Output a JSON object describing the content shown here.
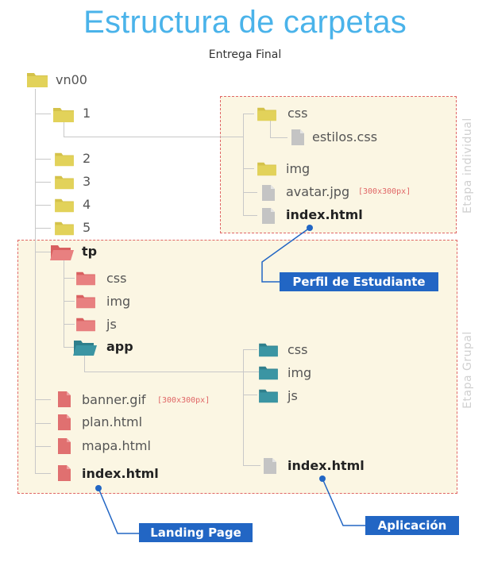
{
  "header": {
    "title": "Estructura de carpetas",
    "subtitle": "Entrega Final"
  },
  "stages": {
    "individual": "Etapa individual",
    "grupal": "Etapa Grupal"
  },
  "tree": {
    "root": "vn00",
    "f1": "1",
    "f2": "2",
    "f3": "3",
    "f4": "4",
    "f5": "5",
    "tp": "tp",
    "tp_css": "css",
    "tp_img": "img",
    "tp_js": "js",
    "app": "app",
    "banner": "banner.gif",
    "banner_size": "[300x300px]",
    "plan": "plan.html",
    "mapa": "mapa.html",
    "index": "index.html"
  },
  "individual": {
    "css": "css",
    "estilos": "estilos.css",
    "img": "img",
    "avatar": "avatar.jpg",
    "avatar_size": "[300x300px]",
    "index": "index.html"
  },
  "app_tree": {
    "css": "css",
    "img": "img",
    "js": "js",
    "index": "index.html"
  },
  "callouts": {
    "perfil": "Perfil de Estudiante",
    "landing": "Landing Page",
    "aplicacion": "Aplicación"
  },
  "colors": {
    "yellow_folder": "#d4c24a",
    "red_folder": "#e07070",
    "teal_folder": "#3b8f9c",
    "file_gray": "#c4c4c4",
    "file_red": "#e07070",
    "callout": "#2266c4"
  },
  "icons": {
    "folder": "folder-icon",
    "file": "file-icon",
    "dot": "connector-dot"
  }
}
